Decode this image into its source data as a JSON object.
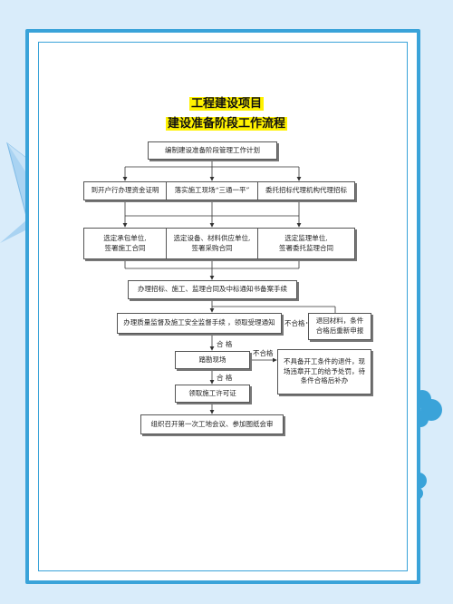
{
  "colors": {
    "background": "#d9ecfa",
    "frame": "#3aa3d9",
    "title_highlight": "#fff200",
    "paper_plane": "#a9d3f2",
    "blob": "#3aa3d9"
  },
  "title": {
    "line1": "工程建设项目",
    "line2": "建设准备阶段工作流程"
  },
  "nodes": {
    "plan": "编制建设准备阶段管理工作计划",
    "fund_proof": "到开户行办理资金证明",
    "site_prep": "落实施工现场“三通一平”",
    "agent_bid": "委托招标代理机构代理招标",
    "contractor": "选定承包单位,\n签署施工合同",
    "supplier": "选定设备、材料供应单位,\n签署采购合同",
    "supervisor": "选定监理单位,\n签署委托监理合同",
    "bid_filing": "办理招标、施工、监理合同及中标通知书备案手续",
    "quality_safety": "办理质量监督及施工安全监督手续 ，领取受理通知",
    "return_materials": "退回材料，条件\n合格后重新申报",
    "site_inspection": "踏勘现场",
    "not_ready": "不具备开工条件的退件，现\n场违章开工的给予处罚，待\n条件合格后补办",
    "permit": "领取施工许可证",
    "kickoff": "组织召开第一次工地会议、参加图纸会审"
  },
  "labels": {
    "fail_1": "不合格",
    "pass_1": "合 格",
    "fail_2": "不合格",
    "pass_2": "合 格"
  }
}
